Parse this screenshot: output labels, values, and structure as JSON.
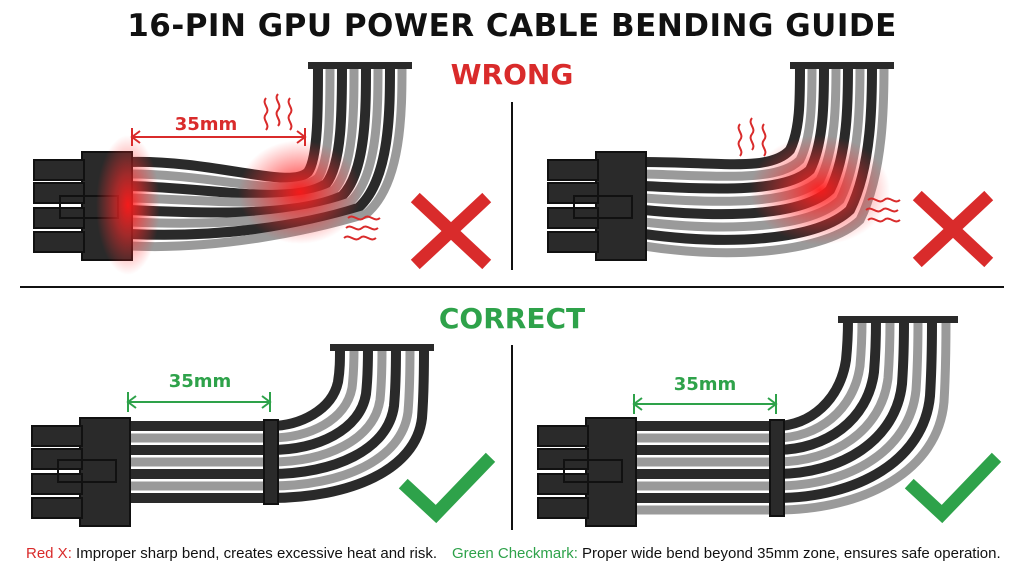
{
  "title": "16-PIN GPU POWER CABLE BENDING GUIDE",
  "sections": {
    "wrong": {
      "label": "WRONG",
      "measurement": "35mm"
    },
    "correct": {
      "label": "CORRECT",
      "measurement_left": "35mm",
      "measurement_right": "35mm"
    }
  },
  "legend": {
    "wrong_key": "Red X:",
    "wrong_text": "Improper sharp bend, creates excessive heat and risk.",
    "correct_key": "Green Checkmark:",
    "correct_text": "Proper wide bend beyond 35mm zone, ensures safe operation."
  },
  "colors": {
    "wrong": "#d92b2b",
    "correct": "#2ea24a",
    "cable_dark": "#2a2a2a",
    "cable_light": "#8c8c8c",
    "heat_glow": "#ff2020"
  },
  "icons": {
    "wrong_marker": "red-x-icon",
    "correct_marker": "green-check-icon",
    "heat": "heat-wave-icon"
  }
}
